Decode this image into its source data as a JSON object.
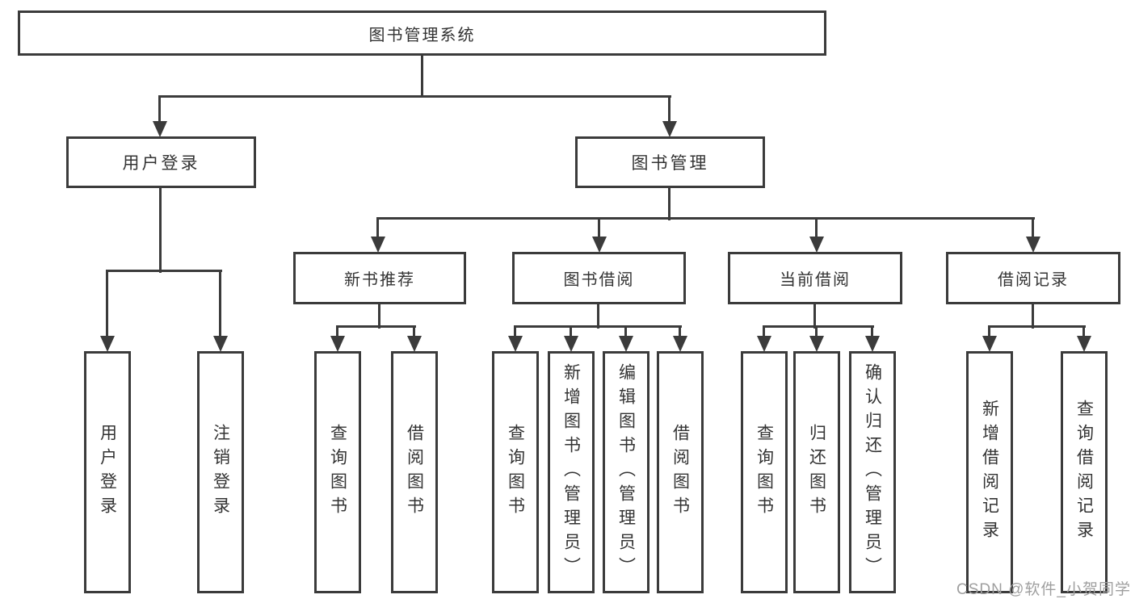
{
  "diagram": {
    "root": {
      "label": "图书管理系统"
    },
    "level2": [
      {
        "label": "用户登录"
      },
      {
        "label": "图书管理"
      }
    ],
    "level3": [
      {
        "label": "新书推荐"
      },
      {
        "label": "图书借阅"
      },
      {
        "label": "当前借阅"
      },
      {
        "label": "借阅记录"
      }
    ],
    "leaves": [
      {
        "label": "用户登录"
      },
      {
        "label": "注销登录"
      },
      {
        "label": "查询图书"
      },
      {
        "label": "借阅图书"
      },
      {
        "label": "查询图书"
      },
      {
        "label": "新增图书（管理员）"
      },
      {
        "label": "编辑图书（管理员）"
      },
      {
        "label": "借阅图书"
      },
      {
        "label": "查询图书"
      },
      {
        "label": "归还图书"
      },
      {
        "label": "确认归还（管理员）"
      },
      {
        "label": "新增借阅记录"
      },
      {
        "label": "查询借阅记录"
      }
    ]
  },
  "watermark": {
    "text": "CSDN @软件_小贺同学"
  },
  "colors": {
    "line": "#3b3b3b",
    "text": "#333333",
    "watermark": "#9f9f9f",
    "background": "#ffffff"
  }
}
